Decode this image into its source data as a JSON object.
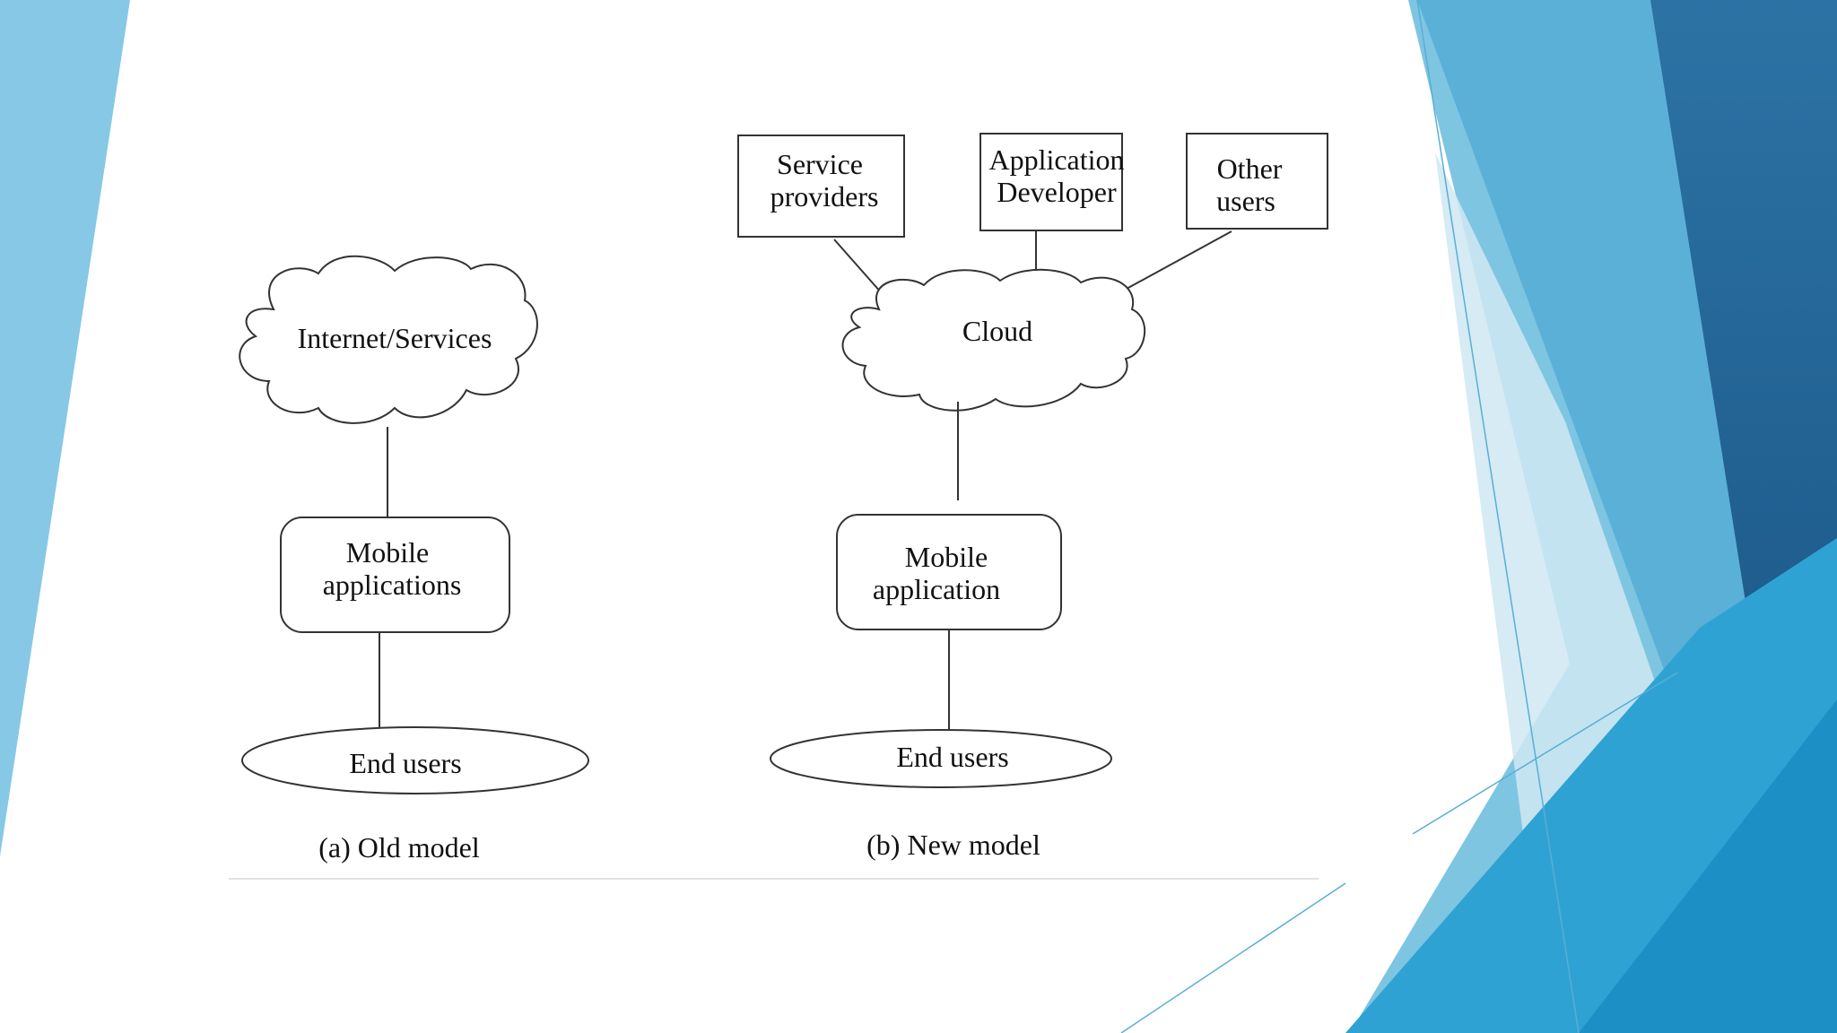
{
  "theme": {
    "accent_light": "#7cc3e3",
    "accent_mid": "#3aa5d2",
    "accent_dark": "#256591",
    "accent_deep": "#1d5c8d"
  },
  "old_model": {
    "cloud_label": "Internet/Services",
    "app_lines": [
      "Mobile",
      "applications"
    ],
    "users_label": "End users",
    "caption": "(a) Old model"
  },
  "new_model": {
    "stakeholders": [
      {
        "lines": [
          "Service",
          "providers"
        ]
      },
      {
        "lines": [
          "Application",
          "Developer"
        ]
      },
      {
        "lines": [
          "Other",
          "users"
        ]
      }
    ],
    "cloud_label": "Cloud",
    "app_lines": [
      "Mobile",
      "application"
    ],
    "users_label": "End users",
    "caption": "(b) New model"
  }
}
